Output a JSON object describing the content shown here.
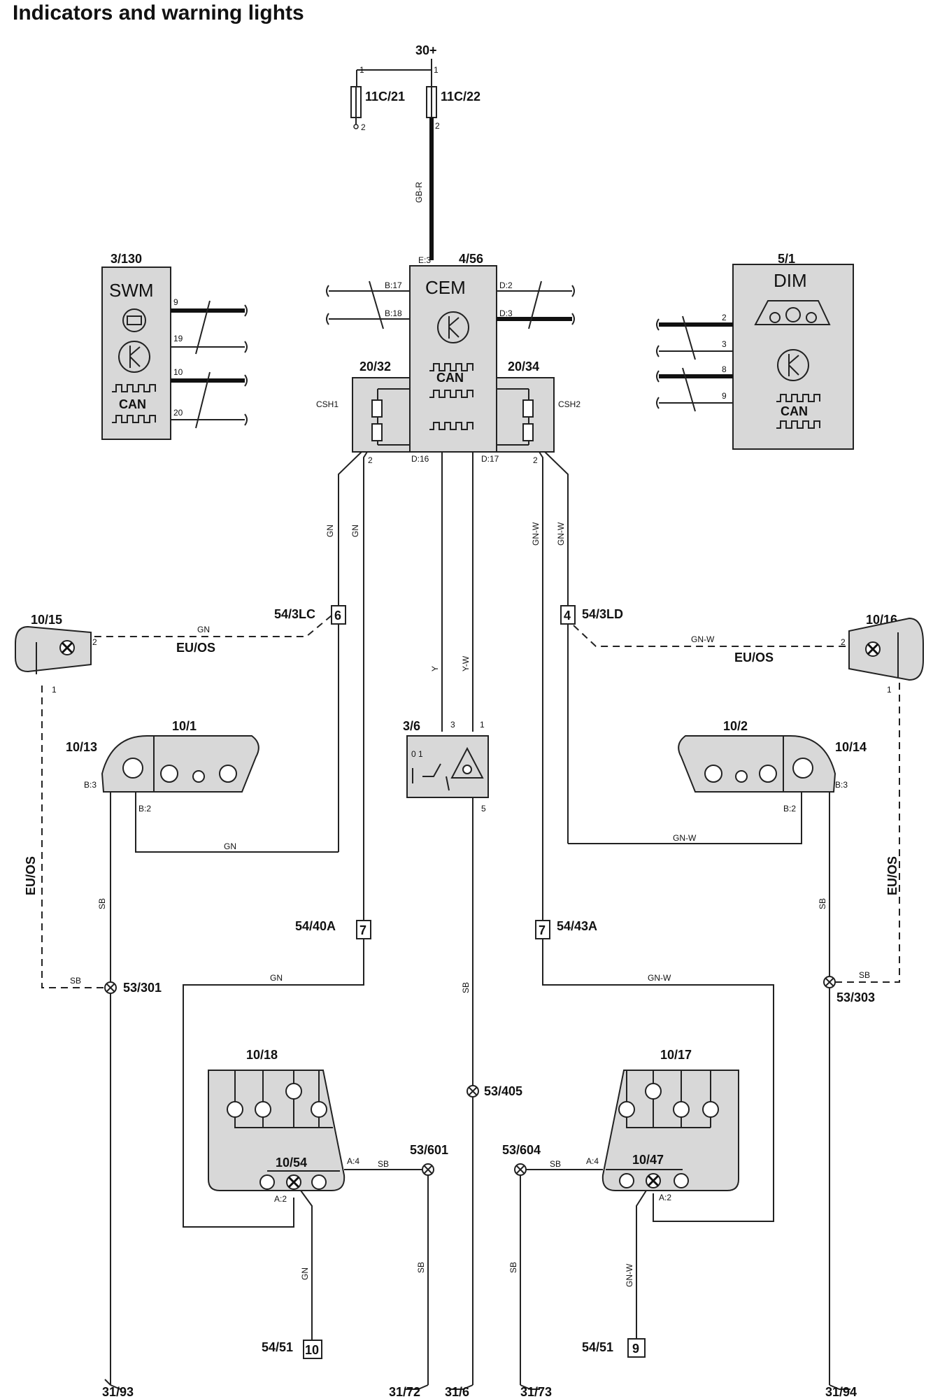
{
  "title": "Indicators and warning lights",
  "supply": "30+",
  "fuses": {
    "f1": "11C/21",
    "f2": "11C/22"
  },
  "components": {
    "swm": {
      "id": "3/130",
      "name": "SWM",
      "can": "CAN",
      "pins": [
        "9",
        "19",
        "10",
        "20"
      ]
    },
    "cem": {
      "id": "4/56",
      "name": "CEM",
      "can": "CAN",
      "pins": {
        "e3": "E:3",
        "b17": "B:17",
        "b18": "B:18",
        "d2": "D:2",
        "d3": "D:3",
        "d16": "D:16",
        "d17": "D:17"
      }
    },
    "dim": {
      "id": "5/1",
      "name": "DIM",
      "can": "CAN",
      "pins": [
        "2",
        "3",
        "8",
        "9"
      ]
    },
    "csh1": {
      "id": "20/32",
      "name": "CSH1",
      "pin": "2"
    },
    "csh2": {
      "id": "20/34",
      "name": "CSH2",
      "pin": "2"
    },
    "hazard": {
      "id": "3/6",
      "pins": [
        "3",
        "1",
        "5"
      ],
      "positions": "0 1"
    },
    "side_left": {
      "id": "10/15",
      "pins": [
        "2",
        "1"
      ]
    },
    "side_right": {
      "id": "10/16",
      "pins": [
        "2",
        "1"
      ]
    },
    "front_left": {
      "id": "10/1",
      "lamp": "10/13",
      "pins": [
        "B:3",
        "B:2"
      ]
    },
    "front_right": {
      "id": "10/2",
      "lamp": "10/14",
      "pins": [
        "B:2",
        "B:3"
      ]
    },
    "rear_left": {
      "id": "10/18",
      "lamp": "10/54",
      "pins": [
        "A:4",
        "A:2"
      ]
    },
    "rear_right": {
      "id": "10/17",
      "lamp": "10/47",
      "pins": [
        "A:4",
        "A:2"
      ]
    }
  },
  "connectors": {
    "c1": {
      "id": "54/3LC",
      "pin": "6"
    },
    "c2": {
      "id": "54/3LD",
      "pin": "4"
    },
    "c3": {
      "id": "54/40A",
      "pin": "7"
    },
    "c4": {
      "id": "54/43A",
      "pin": "7"
    },
    "c5": {
      "id": "54/51",
      "pin": "10"
    },
    "c6": {
      "id": "54/51",
      "pin": "9"
    }
  },
  "splices": {
    "s1": "53/301",
    "s2": "53/303",
    "s3": "53/405",
    "s4": "53/601",
    "s5": "53/604"
  },
  "grounds": {
    "g1": "31/93",
    "g2": "31/72",
    "g3": "31/6",
    "g4": "31/73",
    "g5": "31/94"
  },
  "wire_colors": {
    "gn": "GN",
    "gnw": "GN-W",
    "y": "Y",
    "yw": "Y-W",
    "sb": "SB",
    "gbr": "GB-R"
  },
  "options": {
    "euos": "EU/OS"
  }
}
